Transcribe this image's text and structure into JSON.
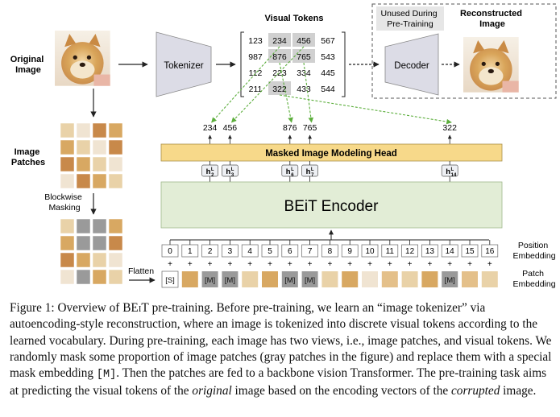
{
  "figure": {
    "labels": {
      "original_image": [
        "Original",
        "Image"
      ],
      "image_patches": [
        "Image",
        "Patches"
      ],
      "blockwise_masking": [
        "Blockwise",
        "Masking"
      ],
      "flatten": "Flatten",
      "tokenizer": "Tokenizer",
      "visual_tokens": "Visual Tokens",
      "unused": [
        "Unused During",
        "Pre-Training"
      ],
      "decoder": "Decoder",
      "reconstructed": [
        "Reconstructed",
        "Image"
      ],
      "mim_head": "Masked Image Modeling Head",
      "encoder": "BEiT Encoder",
      "position_embedding": [
        "Position",
        "Embedding"
      ],
      "patch_embedding": [
        "Patch",
        "Embedding"
      ]
    },
    "token_grid": [
      [
        "123",
        "234",
        "456",
        "567"
      ],
      [
        "987",
        "876",
        "765",
        "543"
      ],
      [
        "112",
        "223",
        "334",
        "445"
      ],
      [
        "211",
        "322",
        "433",
        "544"
      ]
    ],
    "highlighted_tokens": [
      "234",
      "456",
      "876",
      "765",
      "322"
    ],
    "predicted_tokens": [
      "234",
      "456",
      "876",
      "765",
      "322"
    ],
    "hidden_labels": [
      {
        "h": "h",
        "sup": "L",
        "sub": "2"
      },
      {
        "h": "h",
        "sup": "L",
        "sub": "3"
      },
      {
        "h": "h",
        "sup": "L",
        "sub": "6"
      },
      {
        "h": "h",
        "sup": "L",
        "sub": "7"
      },
      {
        "h": "h",
        "sup": "L",
        "sub": "14"
      }
    ],
    "positions": [
      "0",
      "1",
      "2",
      "3",
      "4",
      "5",
      "6",
      "7",
      "8",
      "9",
      "10",
      "11",
      "12",
      "13",
      "14",
      "15",
      "16"
    ],
    "patch_tokens": [
      "[S]",
      "",
      "[M]",
      "[M]",
      "",
      "",
      "[M]",
      "[M]",
      "",
      "",
      "",
      "",
      "",
      "",
      "[M]",
      "",
      ""
    ],
    "plus_sign": "+"
  },
  "caption": {
    "prefix": "Figure 1: Overview of ",
    "model": "BEiT",
    "part1": " pre-training. Before pre-training, we learn an “image tokenizer” via autoencoding-style reconstruction, where an image is tokenized into discrete visual tokens according to the learned vocabulary. During pre-training, each image has two views, i.e., image patches, and visual tokens. We randomly mask some proportion of image patches (gray patches in the figure) and replace them with a special mask embedding ",
    "mask": "[M]",
    "part2": ". Then the patches are fed to a backbone vision Transformer. The pre-training task aims at predicting the visual tokens of the ",
    "original": "original",
    "part3": " image based on the encoding vectors of the ",
    "corrupted": "corrupted",
    "part4": " image."
  },
  "colors": {
    "head_fill": "#f7d98a",
    "encoder_fill": "#e2edd6",
    "tokenizer_fill": "#dcdce6",
    "mask_gray": "#9a9a9a",
    "arrow_green": "#5cae3c",
    "token_highlight": "#d0d0d0"
  }
}
